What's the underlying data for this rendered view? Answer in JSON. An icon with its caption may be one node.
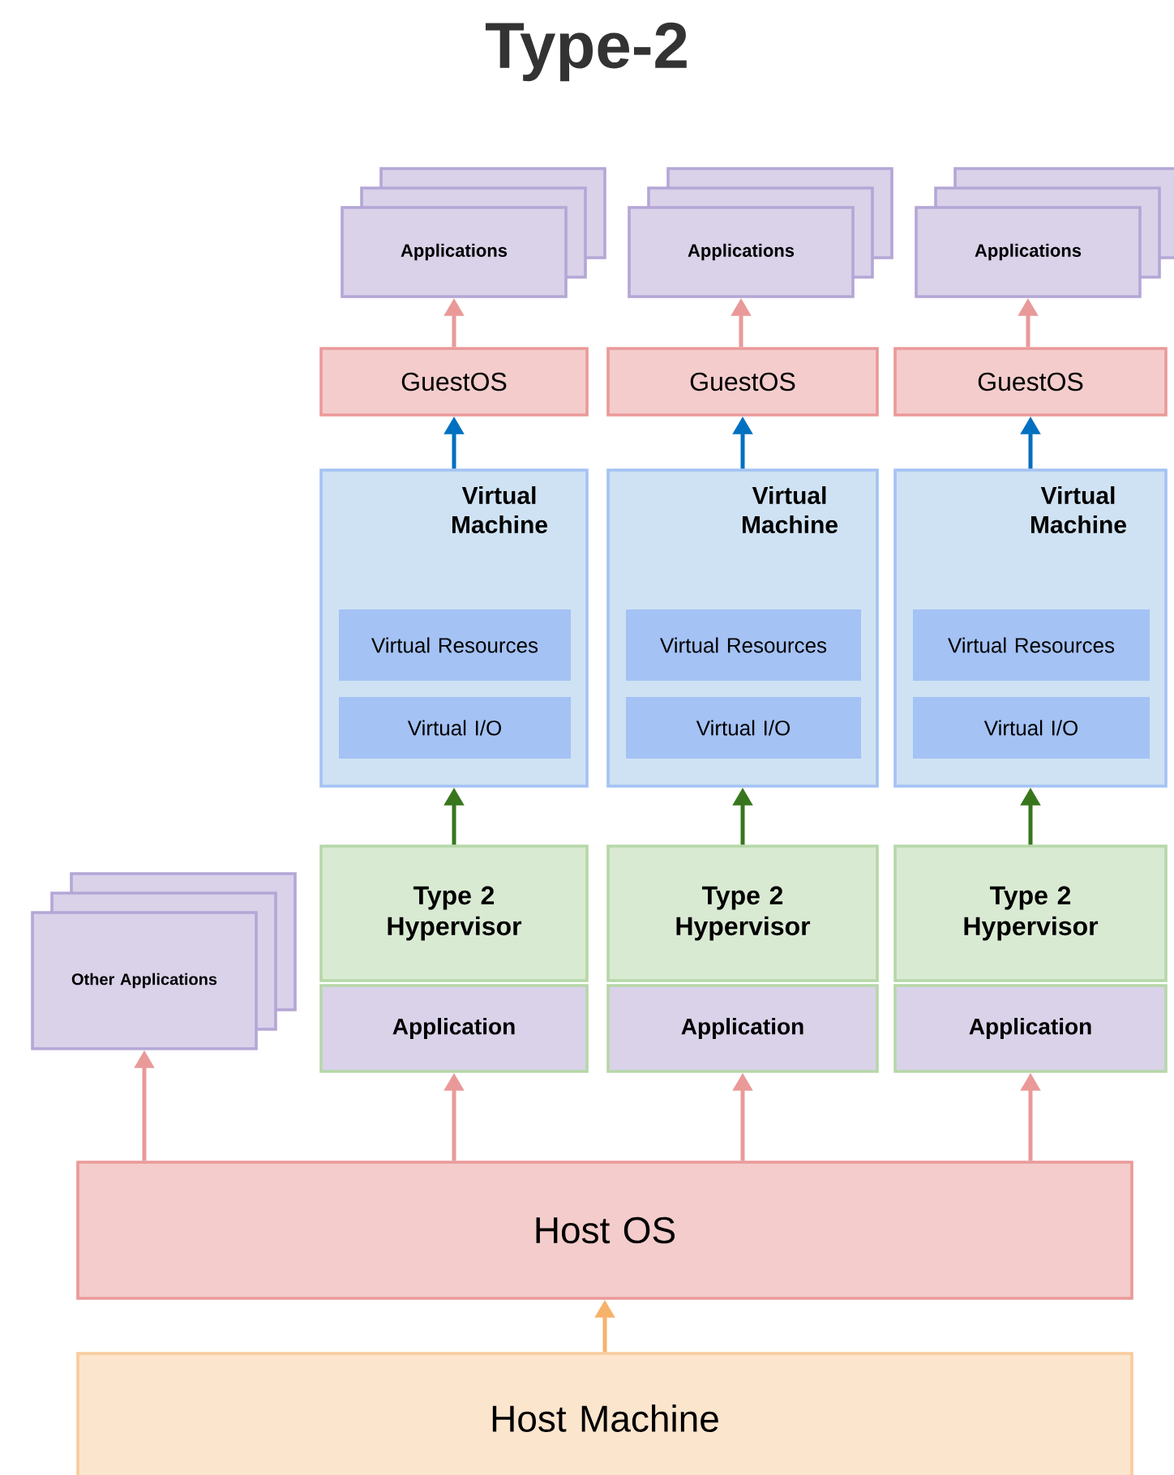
{
  "diagram": {
    "title": "Type-2",
    "nodes": [
      {
        "text": [
          "Applications"
        ]
      },
      {
        "text": [
          "GuestOS"
        ]
      },
      {
        "text": [
          "Virtual Machine"
        ]
      },
      {
        "text": [
          "Virtual Resources"
        ],
        "in": 2
      },
      {
        "text": [
          "Virtual I/O"
        ],
        "in": 2
      },
      {
        "text": [
          "Type 2 Hypervisor"
        ]
      },
      {
        "text": [
          "Application"
        ]
      },
      {
        "text": [
          "Applications"
        ]
      },
      {
        "text": [
          "GuestOS"
        ]
      },
      {
        "text": [
          "Virtual Machine"
        ]
      },
      {
        "text": [
          "Virtual Resources"
        ],
        "in": 9
      },
      {
        "text": [
          "Virtual I/O"
        ],
        "in": 9
      },
      {
        "text": [
          "Type 2 Hypervisor"
        ]
      },
      {
        "text": [
          "Application"
        ]
      },
      {
        "text": [
          "Applications"
        ]
      },
      {
        "text": [
          "GuestOS"
        ]
      },
      {
        "text": [
          "Virtual Machine"
        ]
      },
      {
        "text": [
          "Virtual Resources"
        ],
        "in": 16
      },
      {
        "text": [
          "Virtual I/O"
        ],
        "in": 16
      },
      {
        "text": [
          "Type 2 Hypervisor"
        ]
      },
      {
        "text": [
          "Application"
        ]
      },
      {
        "text": [
          "Other Applications"
        ]
      },
      {
        "text": [
          "Host OS"
        ]
      },
      {
        "text": [
          "Host Machine"
        ]
      }
    ],
    "edges": [
      {
        "from": 1,
        "to": 0,
        "arrow": "to"
      },
      {
        "from": 2,
        "to": 1,
        "arrow": "to",
        "color": "#0070c0"
      },
      {
        "from": 5,
        "to": 2,
        "arrow": "to",
        "color": "#38761d"
      },
      {
        "from": 8,
        "to": 7,
        "arrow": "to"
      },
      {
        "from": 9,
        "to": 8,
        "arrow": "to",
        "color": "#0070c0"
      },
      {
        "from": 12,
        "to": 9,
        "arrow": "to",
        "color": "#38761d"
      },
      {
        "from": 15,
        "to": 14,
        "arrow": "to"
      },
      {
        "from": 16,
        "to": 15,
        "arrow": "to",
        "color": "#0070c0"
      },
      {
        "from": 19,
        "to": 16,
        "arrow": "to",
        "color": "#38761d"
      },
      {
        "from": 22,
        "to": 21,
        "arrow": "to"
      },
      {
        "from": 22,
        "to": 6,
        "arrow": "to"
      },
      {
        "from": 22,
        "to": 13,
        "arrow": "to"
      },
      {
        "from": 22,
        "to": 20,
        "arrow": "to"
      },
      {
        "from": 23,
        "to": 22,
        "arrow": "to",
        "color": "#f6b26b"
      }
    ]
  }
}
